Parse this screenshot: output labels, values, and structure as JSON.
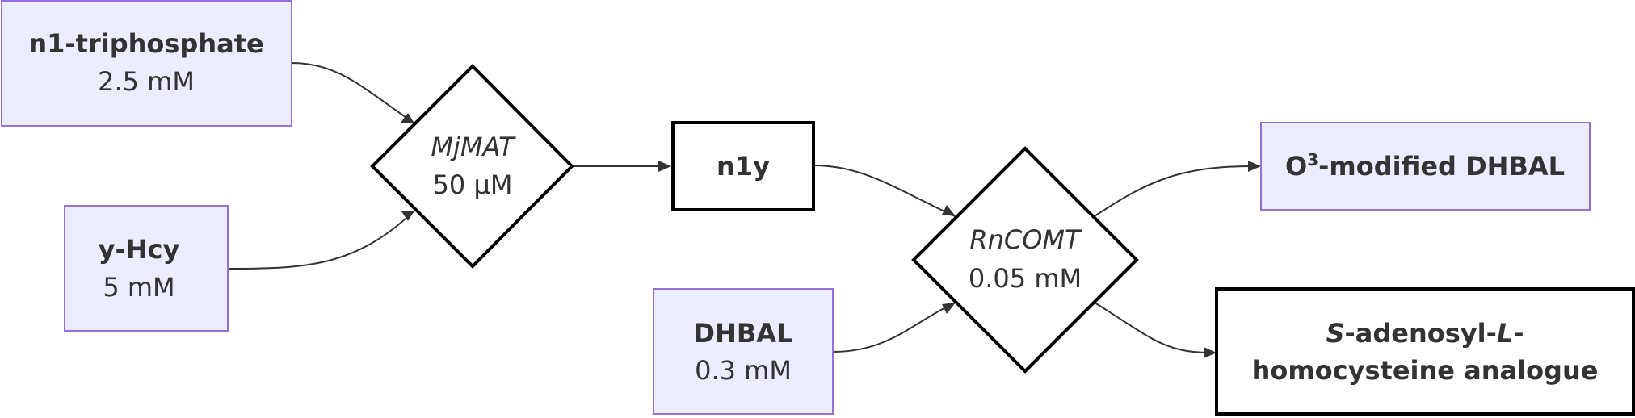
{
  "nodes": {
    "n1_triphosphate": {
      "name": "n1-triphosphate",
      "conc": "2.5 mM"
    },
    "y_hcy": {
      "name": "y-Hcy",
      "conc": "5 mM"
    },
    "mjmat": {
      "enzyme": "MjMAT",
      "conc": "50 µM"
    },
    "n1y": {
      "name": "n1y"
    },
    "rncomt": {
      "enzyme": "RnCOMT",
      "conc": "0.05 mM"
    },
    "dhbal": {
      "name": "DHBAL",
      "conc": "0.3 mM"
    },
    "o3_dhbal": {
      "prefix": "O",
      "superscript": "3",
      "suffix": "-modified DHBAL"
    },
    "sah_analogue": {
      "s": "S",
      "mid": "-adenosyl-",
      "l": "L",
      "dash": "-",
      "line2": "homocysteine analogue"
    }
  },
  "colors": {
    "substrate_fill": "#ECECFF",
    "substrate_stroke": "#9370DB",
    "product_fill": "#FFFFFF",
    "product_stroke": "#000000",
    "edge": "#333333",
    "text": "#333333"
  }
}
